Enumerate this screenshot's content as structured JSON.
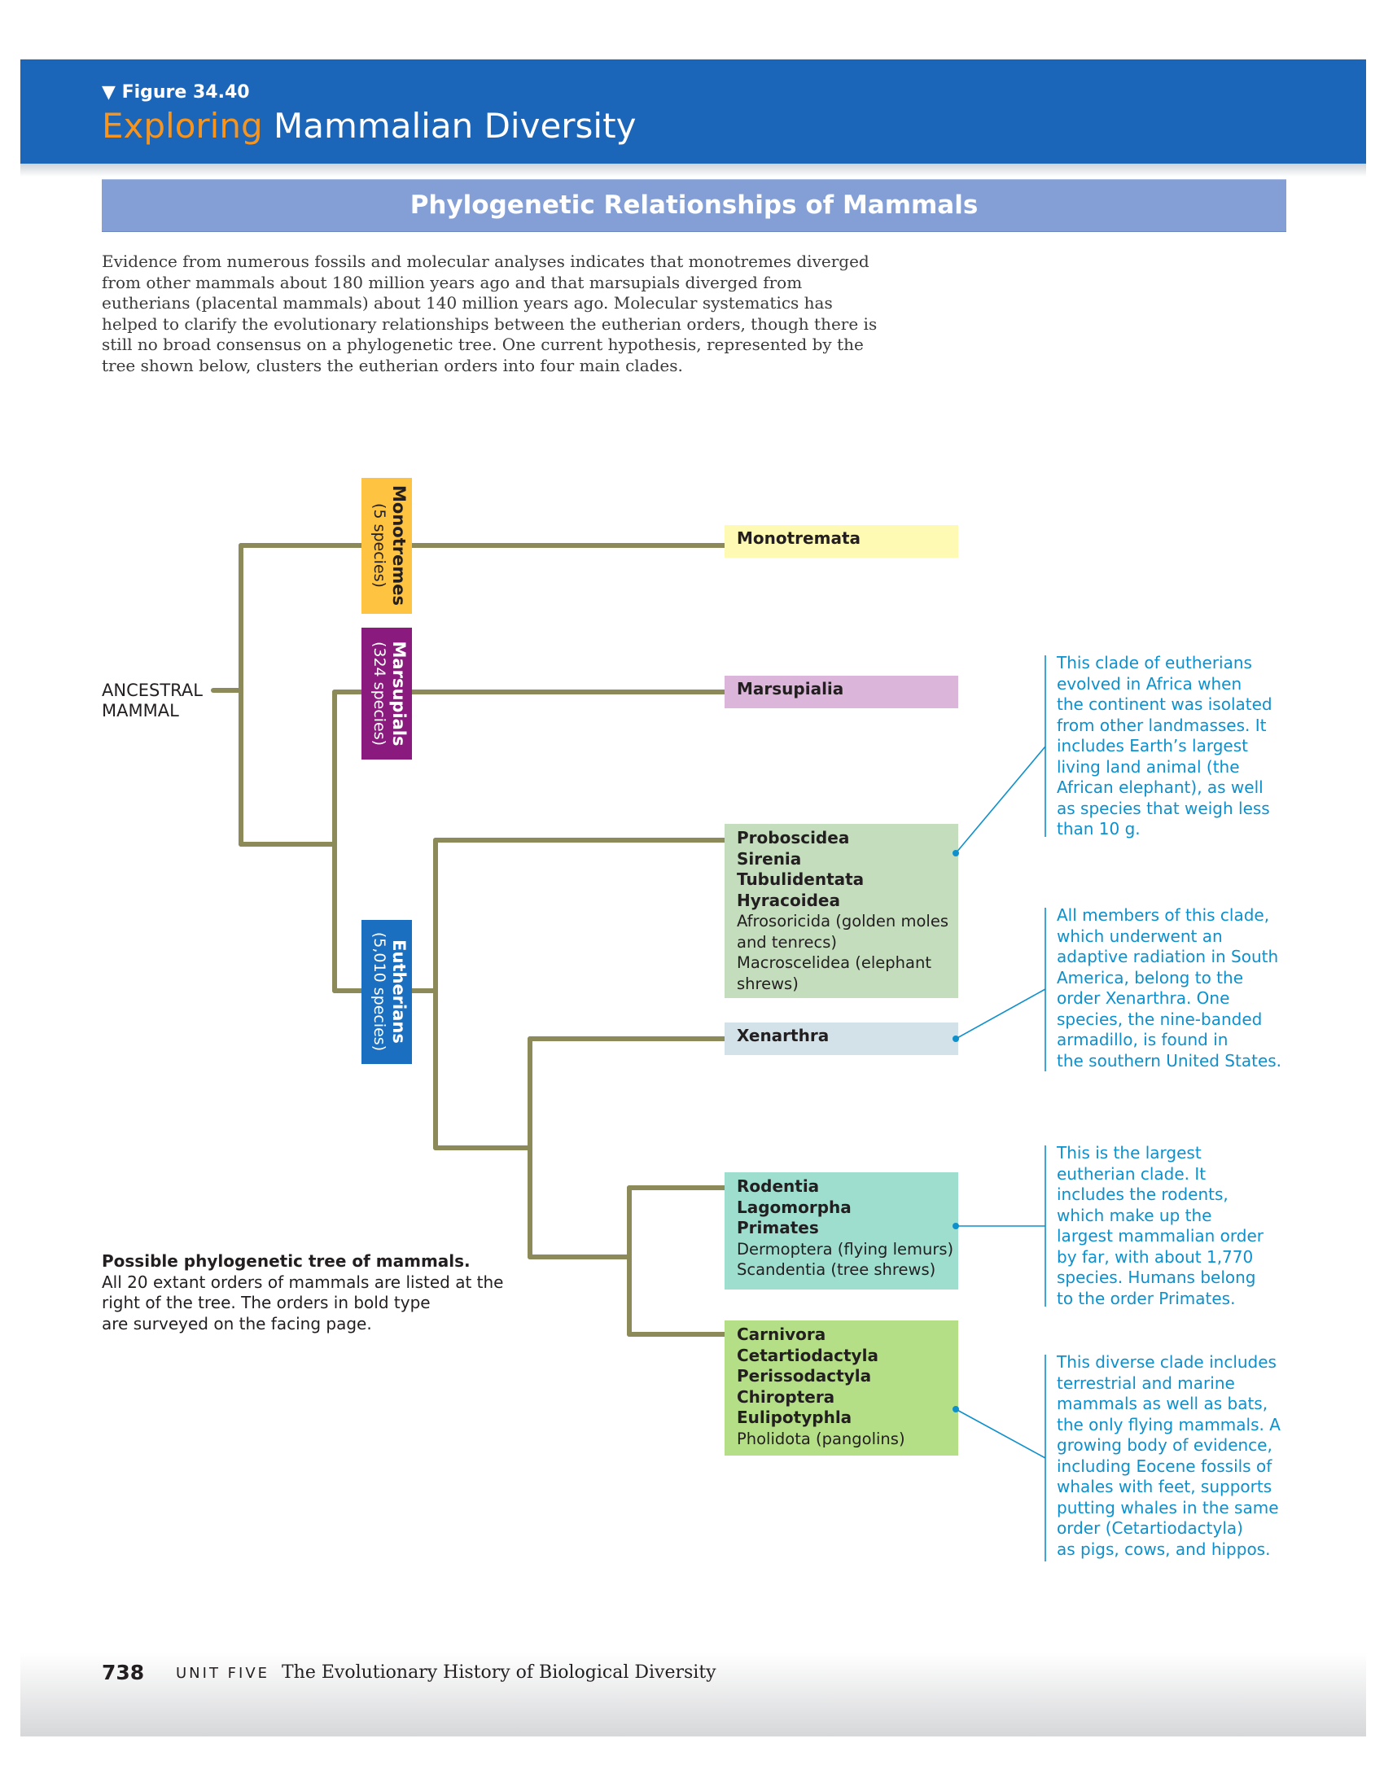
{
  "header": {
    "figure_number": "▼ Figure 34.40",
    "title_accent": "Exploring",
    "title_rest": " Mammalian Diversity"
  },
  "section": {
    "title": "Phylogenetic Relationships of Mammals"
  },
  "intro_text": "Evidence from numerous fossils and molecular analyses indicates that monotremes diverged from other mammals about 180 million years ago and that marsupials diverged from eutherians (placental mammals) about 140 million years ago. Molecular systematics has helped to clarify the evolutionary relationships between the eutherian orders, though there is still no broad consensus on a phylogenetic tree. One current hypothesis, represented by the tree shown below, clusters the eutherian orders into four main clades.",
  "tree": {
    "root_label": [
      "ANCESTRAL",
      "MAMMAL"
    ],
    "groups": [
      {
        "name": "Monotremes",
        "species": "(5 species)",
        "color": "#fdc341",
        "text_color": "#231f20"
      },
      {
        "name": "Marsupials",
        "species": "(324 species)",
        "color": "#8a1a7d",
        "text_color": "#ffffff"
      },
      {
        "name": "Eutherians",
        "species": "(5,010 species)",
        "color": "#1a6fc1",
        "text_color": "#ffffff"
      }
    ],
    "branch_color": "#8b8a58",
    "order_boxes": [
      {
        "color": "#fffab3",
        "bold": [
          "Monotremata"
        ],
        "plain": []
      },
      {
        "color": "#dbb6da",
        "bold": [
          "Marsupialia"
        ],
        "plain": []
      },
      {
        "color": "#c3ddbd",
        "bold": [
          "Proboscidea",
          "Sirenia",
          "Tubulidentata",
          "Hyracoidea"
        ],
        "plain": [
          "Afrosoricida (golden moles",
          "and tenrecs)",
          "Macroscelidea (elephant",
          "shrews)"
        ]
      },
      {
        "color": "#d2e2e8",
        "bold": [
          "Xenarthra"
        ],
        "plain": []
      },
      {
        "color": "#9ddece",
        "bold": [
          "Rodentia",
          "Lagomorpha",
          "Primates"
        ],
        "plain": [
          "Dermoptera (flying lemurs)",
          "Scandentia (tree shrews)"
        ]
      },
      {
        "color": "#b4df86",
        "bold": [
          "Carnivora",
          "Cetartiodactyla",
          "Perissodactyla",
          "Chiroptera",
          "Eulipotyphla"
        ],
        "plain": [
          "Pholidota (pangolins)"
        ]
      }
    ]
  },
  "annotations": [
    {
      "lines": [
        "This clade of eutherians",
        "evolved in Africa when",
        "the continent was isolated",
        "from other landmasses. It",
        "includes Earth’s largest",
        "living land animal (the",
        "African elephant), as well",
        "as species that weigh less",
        "than 10 g."
      ]
    },
    {
      "lines": [
        "All members of this clade,",
        "which underwent an",
        "adaptive radiation in South",
        "America, belong to the",
        "order Xenarthra. One",
        "species, the nine-banded",
        "armadillo, is found in",
        "the southern United States."
      ]
    },
    {
      "lines": [
        "This is the largest",
        "eutherian clade. It",
        "includes the rodents,",
        "which make up the",
        "largest mammalian order",
        "by far, with about 1,770",
        "species. Humans belong",
        "to the order Primates."
      ]
    },
    {
      "lines": [
        "This diverse clade includes",
        "terrestrial and marine",
        "mammals as well as bats,",
        "the only flying mammals. A",
        "growing body of evidence,",
        "including Eocene fossils of",
        "whales with feet, supports",
        "putting whales in the same",
        "order (Cetartiodactyla)",
        "as pigs, cows, and hippos."
      ]
    }
  ],
  "annotation_color": "#0e90cc",
  "caption": {
    "title": "Possible phylogenetic tree of mammals.",
    "lines": [
      "All 20 extant orders of mammals are listed at the",
      "right of the tree. The orders in bold type",
      "are surveyed on the facing page."
    ]
  },
  "footer": {
    "page_number": "738",
    "unit": "UNIT FIVE",
    "book_title": "The Evolutionary History of Biological Diversity"
  }
}
